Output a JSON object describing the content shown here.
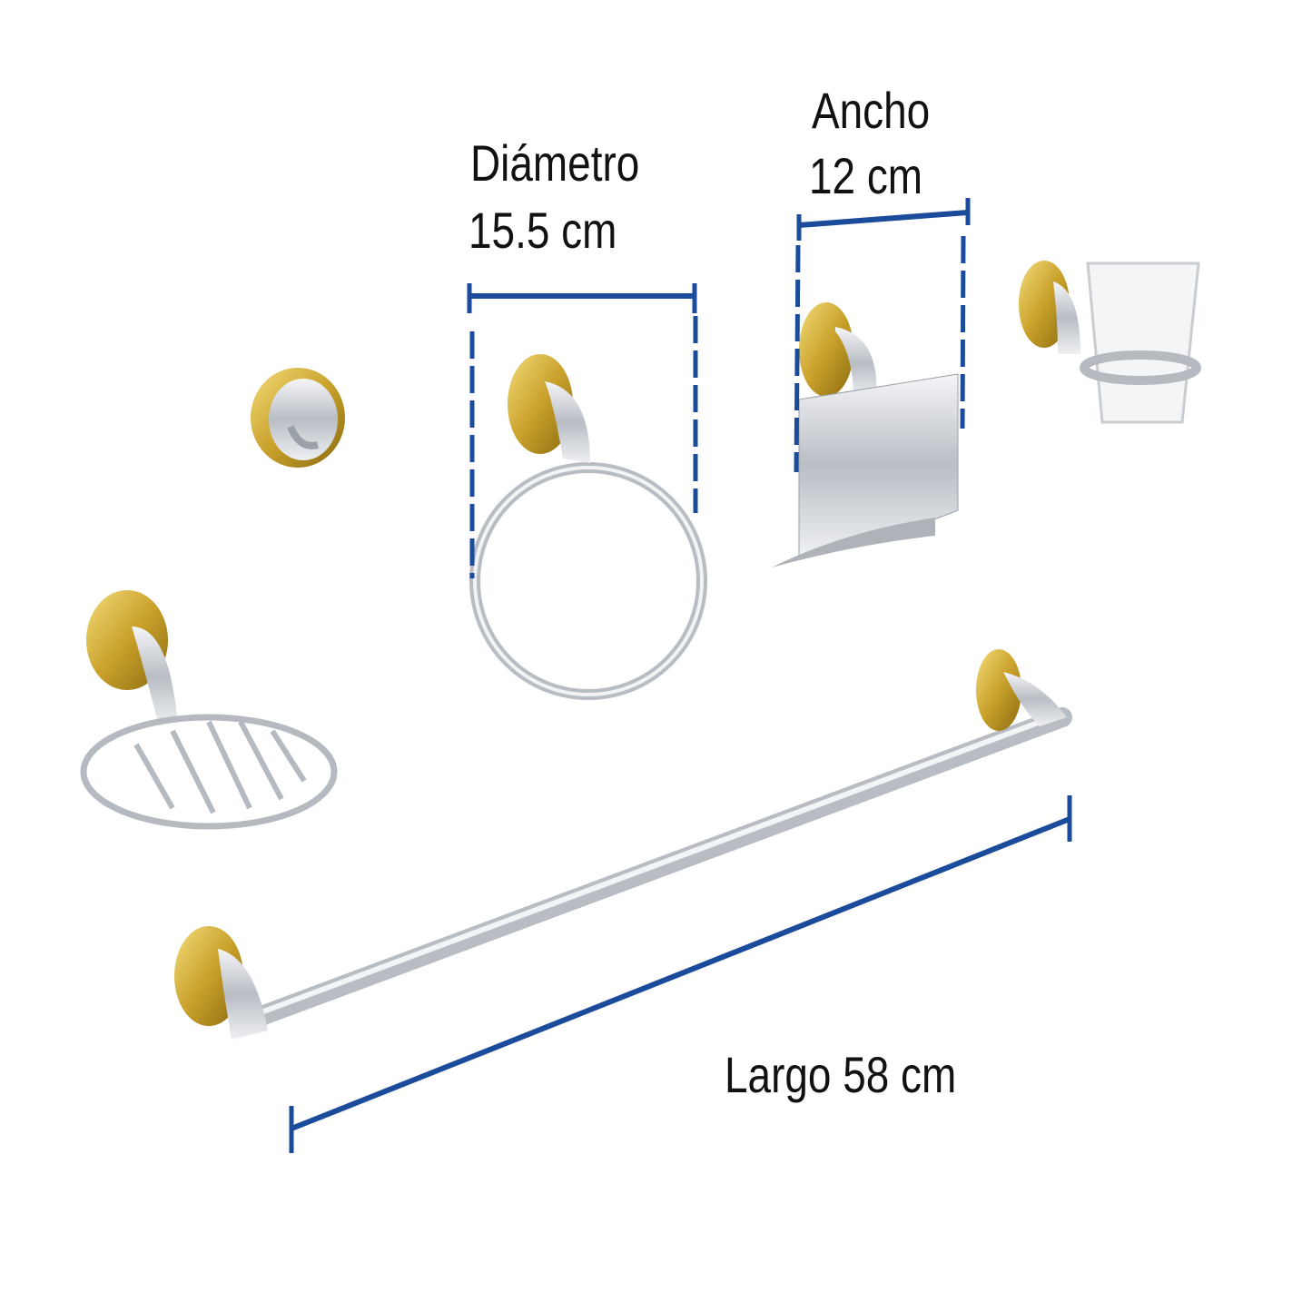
{
  "dimensions": {
    "diameter": {
      "label": "Diámetro",
      "value": "15.5 cm"
    },
    "width": {
      "label": "Ancho",
      "value": "12 cm"
    },
    "length": {
      "text": "Largo 58 cm"
    }
  },
  "colors": {
    "dimension_line": "#1b4b9b",
    "gold": "#d4b03a",
    "chrome": "#c9ccd1",
    "text": "#111111"
  },
  "products": [
    "robe-hook",
    "towel-ring",
    "toilet-paper-holder",
    "tumbler-holder",
    "soap-dish",
    "towel-bar"
  ]
}
